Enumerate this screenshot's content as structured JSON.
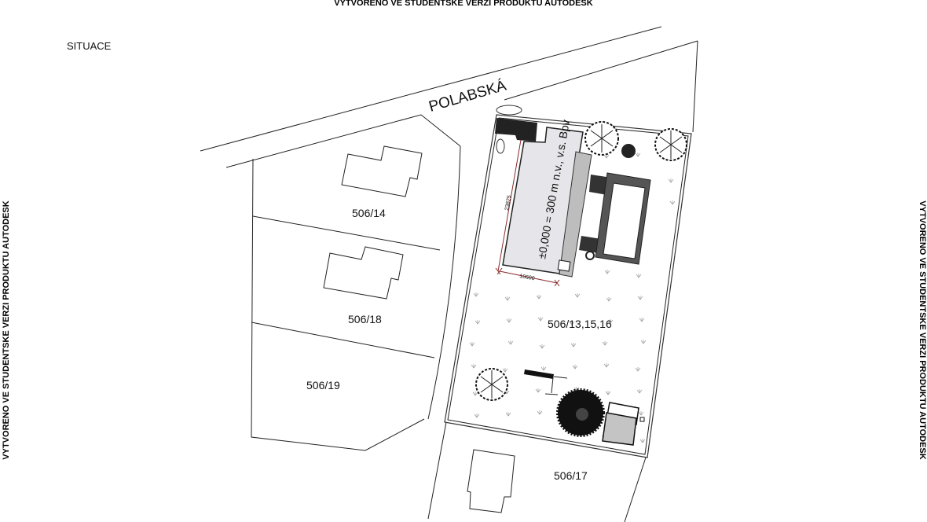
{
  "watermark": "VYTVORENO VE STUDENTSKE VERZI PRODUKTU AUTODESK",
  "drawing_title": "SITUACE",
  "street_name": "POLABSKÁ",
  "building_label": "±0,000 = 300 m n.v., v.s. Bpv",
  "dimensions": {
    "length": "23825",
    "width": "10600"
  },
  "parcels": {
    "p14": "506/14",
    "p18": "506/18",
    "p19": "506/19",
    "main": "506/13,15,16",
    "p17": "506/17"
  },
  "colors": {
    "line": "#222222",
    "paving": "#bdbdbd",
    "building_fill": "#e6e6ea",
    "garage_fill": "#c4c4c4",
    "dimension": "#8b2a2a"
  }
}
